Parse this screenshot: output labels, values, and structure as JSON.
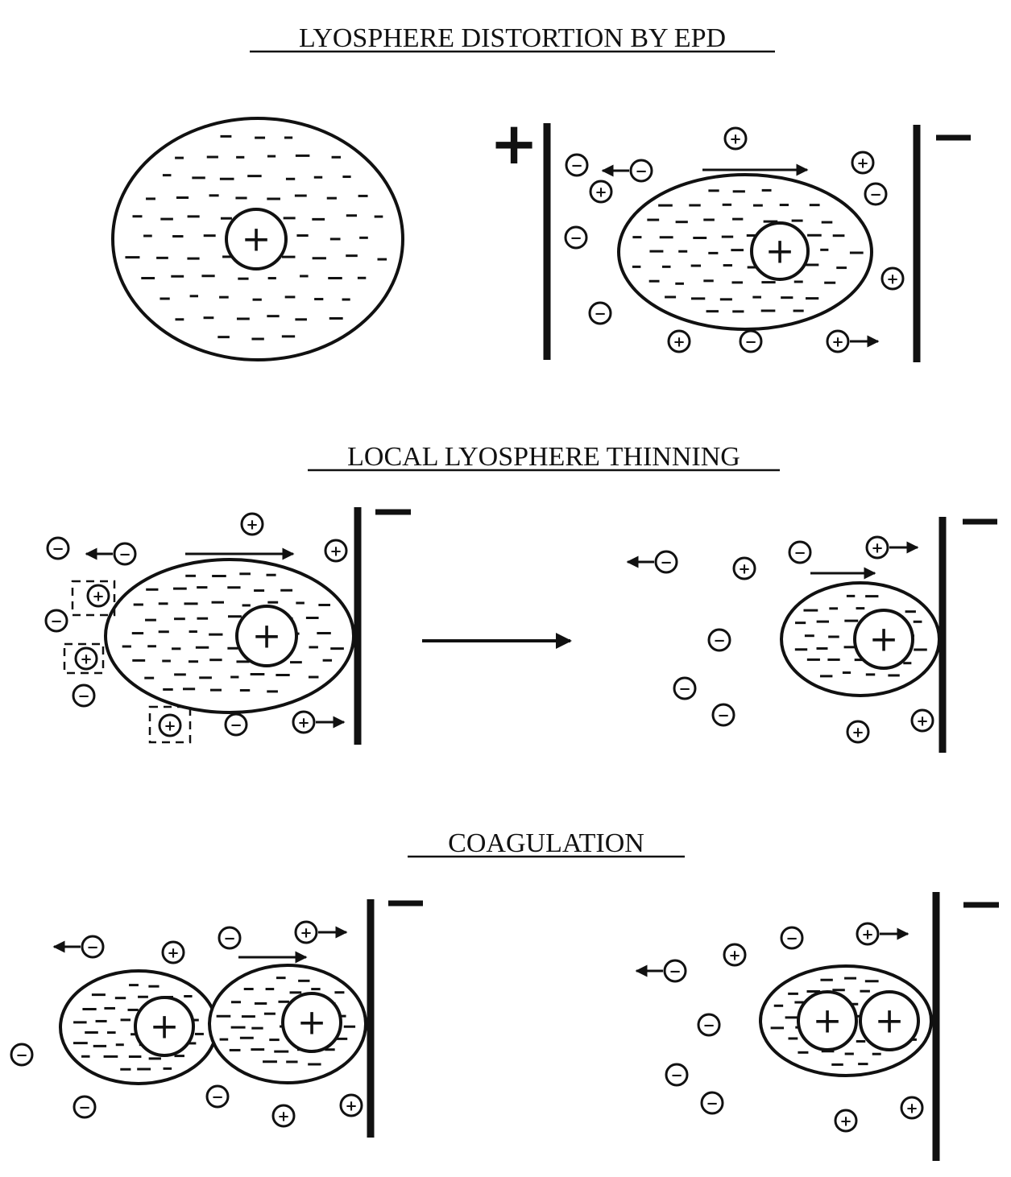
{
  "titles": {
    "section_1": "LYOSPHERE DISTORTION BY EPD",
    "section_2": "LOCAL LYOSPHERE THINNING",
    "section_3": "COAGULATION"
  },
  "symbols": {
    "positive": "+",
    "negative": "−"
  },
  "colors": {
    "ink": "#111111",
    "background": "#ffffff"
  }
}
